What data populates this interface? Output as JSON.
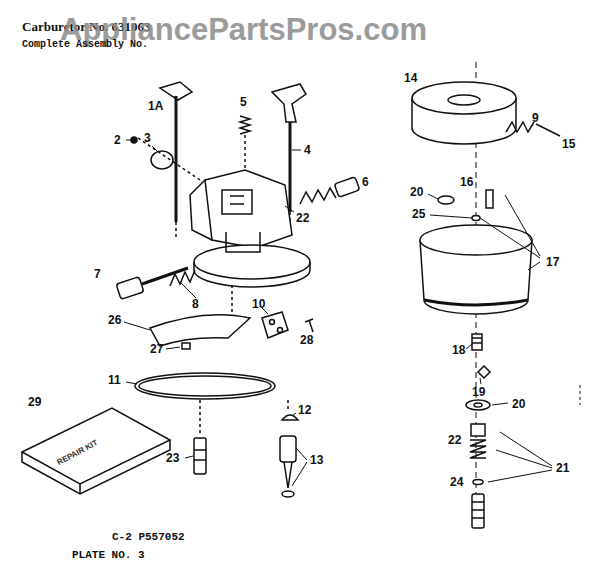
{
  "diagram": {
    "title": "Carburetor No. 631063",
    "labels": [
      "AppliancePartsPros.com",
      "Complete Assembly No.",
      "1A",
      "5",
      "2",
      "3",
      "4",
      "6",
      "22",
      "7",
      "8",
      "10",
      "28",
      "26",
      "27",
      "11",
      "12",
      "23",
      "13",
      "29",
      "14",
      "9",
      "15",
      "20",
      "16",
      "25",
      "17",
      "18",
      "19",
      "20",
      "22",
      "21",
      "24",
      "C-2 P557052",
      "PLATE NO. 3",
      "REPAIR KIT"
    ]
  }
}
